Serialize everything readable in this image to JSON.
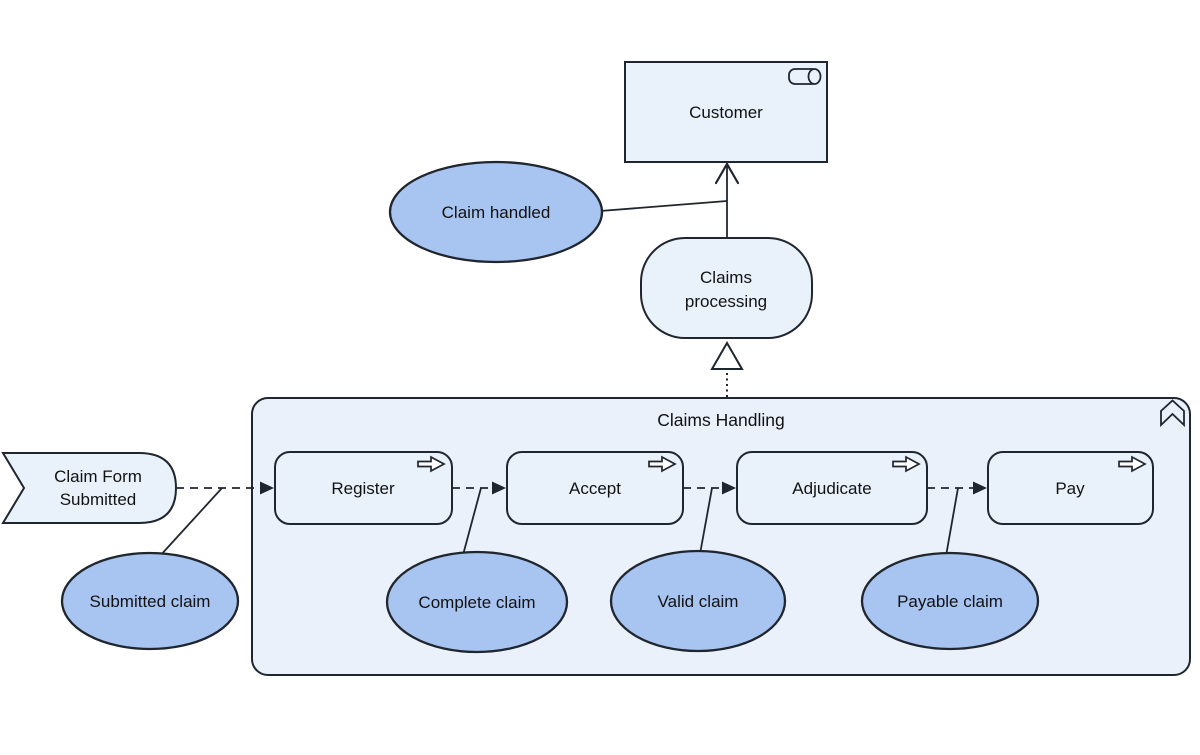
{
  "diagram": {
    "kind": "archimate-business-process-view",
    "container_title": "Claims Handling"
  },
  "colors": {
    "background": "#ffffff",
    "node_fill_light": "#e9f1fb",
    "container_fill": "#eaf1fb",
    "object_fill_blue": "#a8c4f0",
    "stroke": "#20262e",
    "text_color": "#121212"
  },
  "icons": {
    "customer_icon": "business-role-icon",
    "process_icon": "arrow-right-outline-icon",
    "container_icon": "chevron-up-banner-icon"
  },
  "nodes": {
    "customer": {
      "label": "Customer"
    },
    "claim_handled": {
      "label": "Claim handled"
    },
    "claims_processing": {
      "line1": "Claims",
      "line2": "processing"
    },
    "claims_handling": {
      "label": "Claims Handling"
    },
    "claim_form_submitted": {
      "line1": "Claim Form",
      "line2": "Submitted"
    },
    "register": {
      "label": "Register"
    },
    "accept": {
      "label": "Accept"
    },
    "adjudicate": {
      "label": "Adjudicate"
    },
    "pay": {
      "label": "Pay"
    },
    "submitted_claim": {
      "label": "Submitted claim"
    },
    "complete_claim": {
      "label": "Complete claim"
    },
    "valid_claim": {
      "label": "Valid claim"
    },
    "payable_claim": {
      "label": "Payable claim"
    }
  }
}
